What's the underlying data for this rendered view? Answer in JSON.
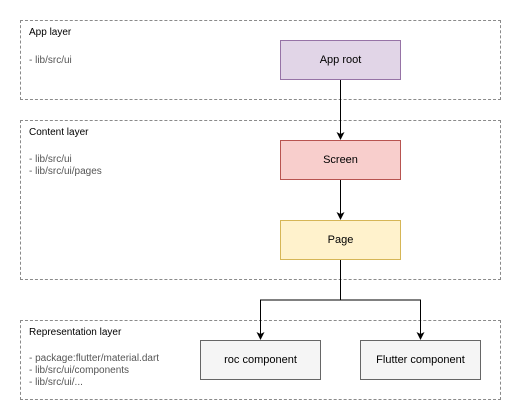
{
  "layers": [
    {
      "title": "App layer",
      "paths": [
        "- lib/src/ui"
      ]
    },
    {
      "title": "Content layer",
      "paths": [
        "- lib/src/ui",
        "- lib/src/ui/pages"
      ]
    },
    {
      "title": "Representation layer",
      "paths": [
        "- package:flutter/material.dart",
        "- lib/src/ui/components",
        "- lib/src/ui/..."
      ]
    }
  ],
  "nodes": {
    "app_root": {
      "label": "App root",
      "fill": "#e1d5e7",
      "stroke": "#9673a6"
    },
    "screen": {
      "label": "Screen",
      "fill": "#f8cecc",
      "stroke": "#b85450"
    },
    "page": {
      "label": "Page",
      "fill": "#fff2cc",
      "stroke": "#d6b656"
    },
    "roc_component": {
      "label": "roc component",
      "fill": "#f5f5f5",
      "stroke": "#666666"
    },
    "flutter_component": {
      "label": "Flutter component",
      "fill": "#f5f5f5",
      "stroke": "#666666"
    }
  },
  "edges": [
    {
      "from": "app_root",
      "to": "screen"
    },
    {
      "from": "screen",
      "to": "page"
    },
    {
      "from": "page",
      "to": "roc_component"
    },
    {
      "from": "page",
      "to": "flutter_component"
    }
  ]
}
